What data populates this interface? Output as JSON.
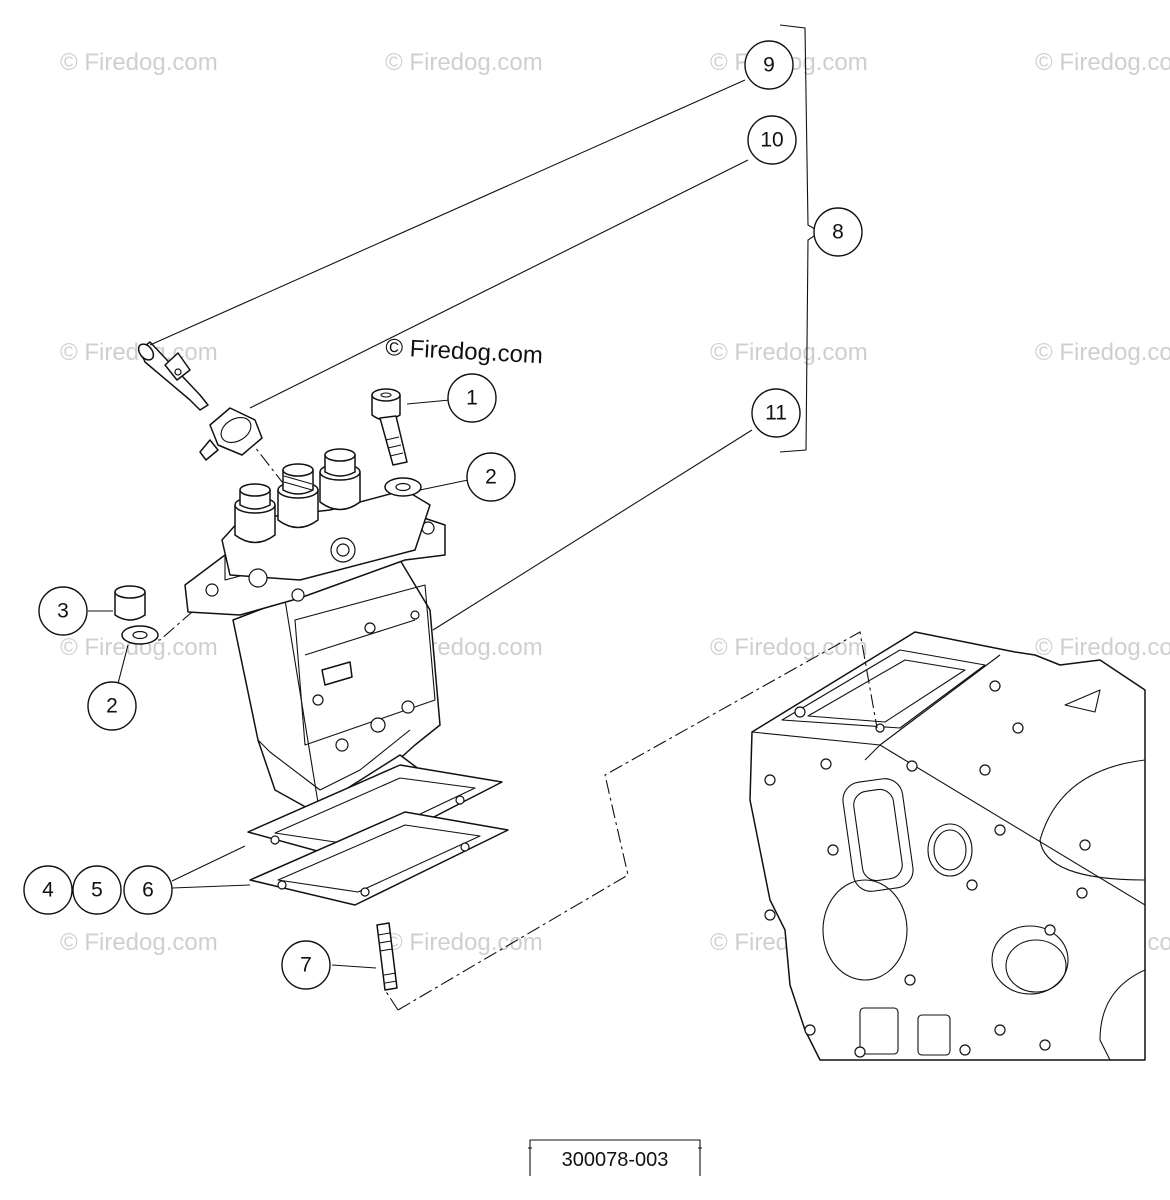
{
  "diagram": {
    "watermark_text": "© Firedog.com",
    "callouts": {
      "c1": "1",
      "c2a": "2",
      "c2b": "2",
      "c3": "3",
      "c4": "4",
      "c5": "5",
      "c6": "6",
      "c7": "7",
      "c8": "8",
      "c9": "9",
      "c10": "10",
      "c11": "11"
    },
    "figure_code": "300078-003"
  }
}
